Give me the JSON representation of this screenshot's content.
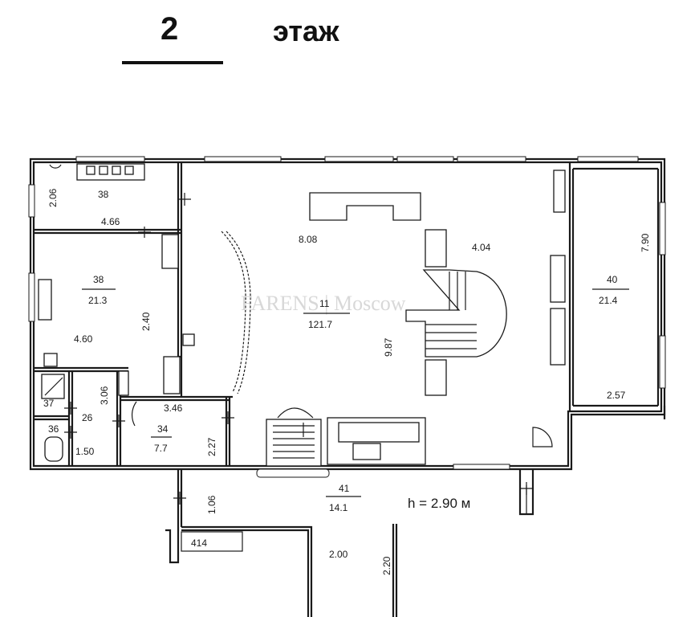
{
  "header": {
    "floor_number": "2",
    "floor_word": "этаж"
  },
  "ceiling_height": "h = 2.90 м",
  "watermark": "FARENS | Moscow",
  "rooms": {
    "r38_top": {
      "number": "38",
      "dim_w": "4.66",
      "dim_h": "2.06"
    },
    "r38_main": {
      "number": "38",
      "area": "21.3",
      "dim_w": "4.60",
      "dim_h": "2.40"
    },
    "r37": {
      "number": "37"
    },
    "r36": {
      "number": "36",
      "dim_w": "1.50"
    },
    "r26": {
      "number": "26",
      "dim_h": "3.06"
    },
    "r34": {
      "number": "34",
      "area": "7.7",
      "dim_w": "3.46",
      "dim_h": "2.27"
    },
    "r11": {
      "number": "11",
      "area": "121.7",
      "dim_a": "8.08",
      "dim_b": "4.04",
      "dim_c": "9.87"
    },
    "r40": {
      "number": "40",
      "area": "21.4",
      "dim_h": "7.90",
      "dim_w": "2.57"
    },
    "r41": {
      "number": "41",
      "area": "14.1",
      "dim_h": "1.06"
    },
    "r414": {
      "number": "414"
    },
    "lower": {
      "dim_w": "2.00",
      "dim_h": "2.20"
    }
  }
}
